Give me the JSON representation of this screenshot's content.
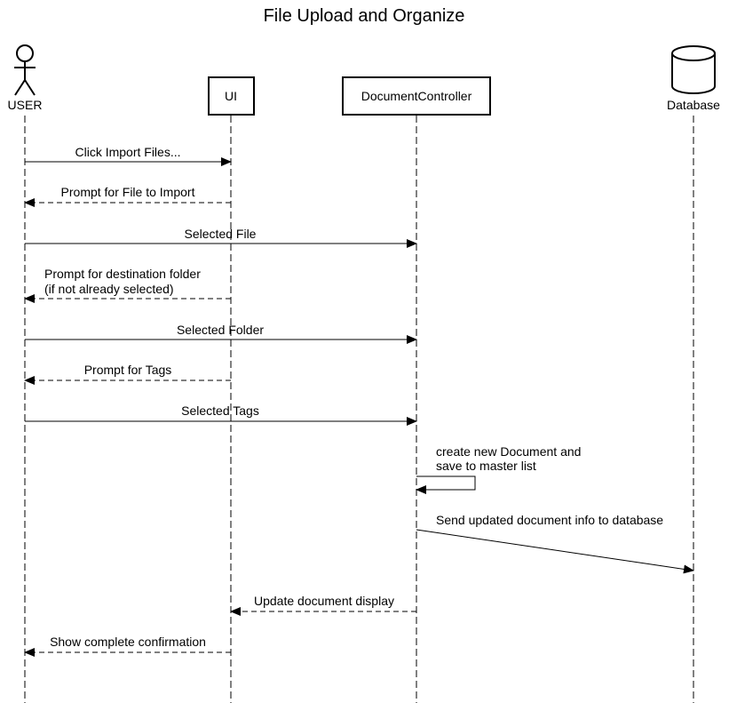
{
  "title": "File Upload and Organize",
  "participants": {
    "user": "USER",
    "ui": "UI",
    "controller": "DocumentController",
    "database": "Database"
  },
  "messages": [
    {
      "text": "Click Import Files..."
    },
    {
      "text": "Prompt for File to Import"
    },
    {
      "text": "Selected File"
    },
    {
      "line1": "Prompt for destination folder",
      "line2": "(if not already selected)"
    },
    {
      "text": "Selected Folder"
    },
    {
      "text": "Prompt for Tags"
    },
    {
      "text": "Selected Tags"
    },
    {
      "line1": "create new Document and",
      "line2": "save to master list"
    },
    {
      "text": "Send updated document info to database"
    },
    {
      "text": "Update document display"
    },
    {
      "text": "Show complete confirmation"
    }
  ]
}
